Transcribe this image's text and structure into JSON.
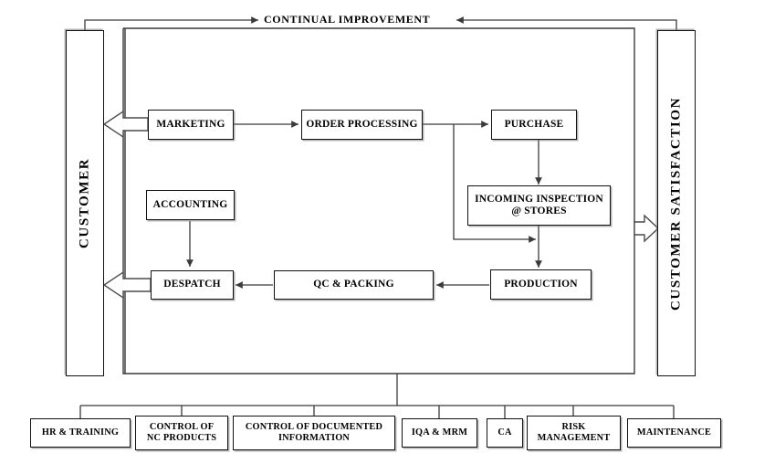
{
  "diagram": {
    "title": "CONTINUAL IMPROVEMENT",
    "banner_label": "CONTINUAL IMPROVEMENT",
    "colors": {
      "line": "#3a3a3a",
      "box_border": "#111111",
      "text": "#000000",
      "background": "#ffffff",
      "shadow": "#787878"
    },
    "pillars": {
      "left": {
        "label": "CUSTOMER"
      },
      "right": {
        "label": "CUSTOMER SATISFACTION"
      }
    },
    "process_nodes": [
      {
        "id": "marketing",
        "label": "MARKETING"
      },
      {
        "id": "order-processing",
        "label": "ORDER PROCESSING"
      },
      {
        "id": "purchase",
        "label": "PURCHASE"
      },
      {
        "id": "incoming-inspection",
        "label": "INCOMING INSPECTION\n@ STORES",
        "line1": "INCOMING INSPECTION",
        "line2": "@ STORES"
      },
      {
        "id": "production",
        "label": "PRODUCTION"
      },
      {
        "id": "qc-packing",
        "label": "QC & PACKING"
      },
      {
        "id": "despatch",
        "label": "DESPATCH"
      },
      {
        "id": "accounting",
        "label": "ACCOUNTING"
      }
    ],
    "support_nodes": [
      {
        "id": "hr-training",
        "line1": "HR & TRAINING",
        "line2": ""
      },
      {
        "id": "control-nc-products",
        "line1": "CONTROL OF",
        "line2": "NC PRODUCTS"
      },
      {
        "id": "control-documented-information",
        "line1": "CONTROL OF DOCUMENTED",
        "line2": "INFORMATION"
      },
      {
        "id": "iqa-mrm",
        "line1": "IQA & MRM",
        "line2": ""
      },
      {
        "id": "ca",
        "line1": "CA",
        "line2": ""
      },
      {
        "id": "risk-management",
        "line1": "RISK",
        "line2": "MANAGEMENT"
      },
      {
        "id": "maintenance",
        "line1": "MAINTENANCE",
        "line2": ""
      }
    ]
  }
}
